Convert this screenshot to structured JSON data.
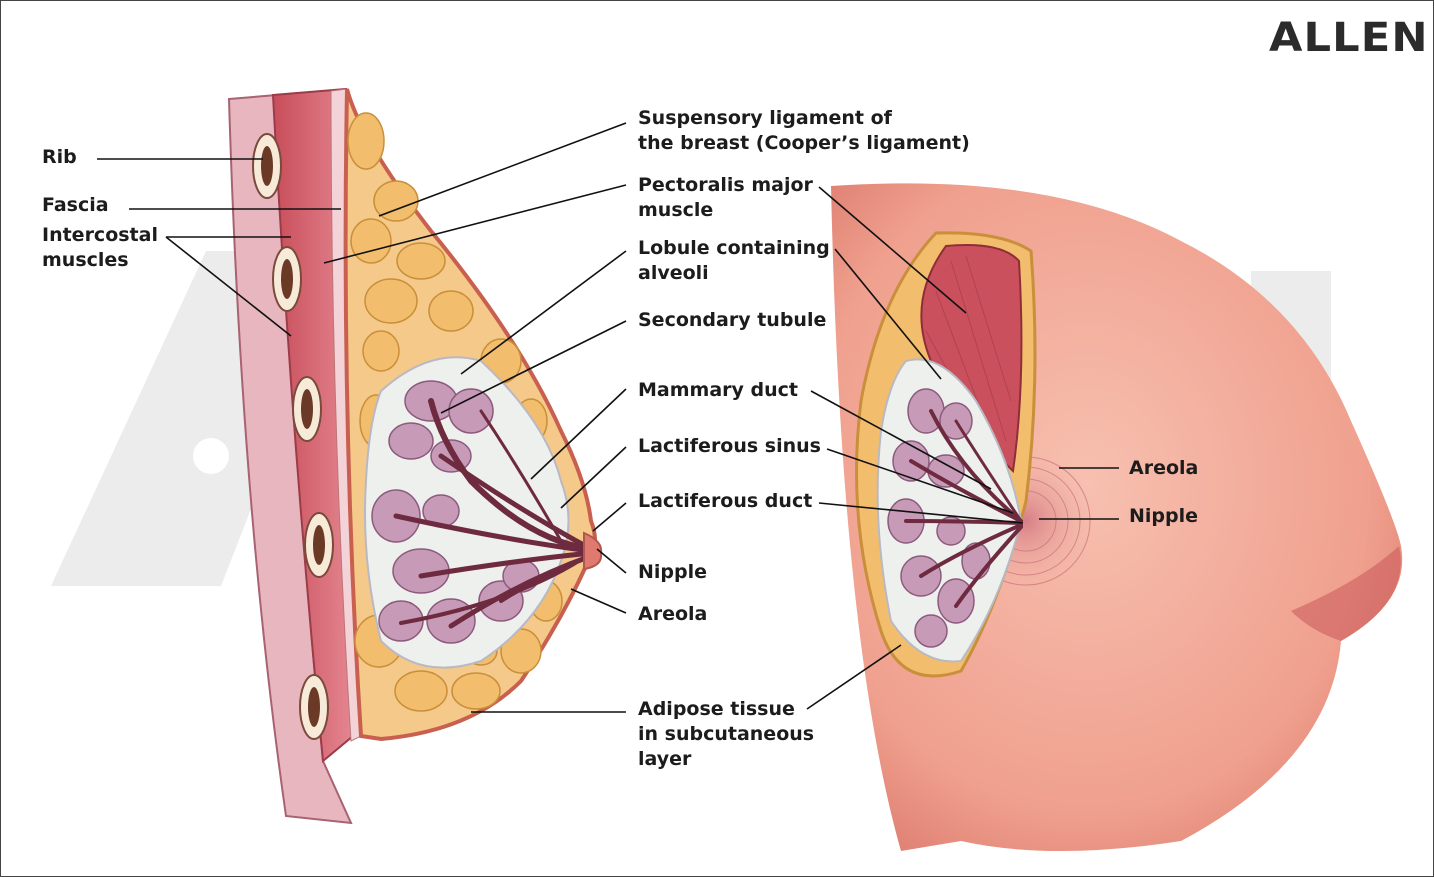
{
  "brand": {
    "logo_text": "ALLEN"
  },
  "colors": {
    "adipose": "#f2bd6c",
    "adipose_outline": "#c98f3a",
    "muscle": "#d9606a",
    "fascia": "#e6a9b2",
    "skin": "#f0a08e",
    "lobule": "#c79bb8",
    "duct": "#6e2a3e",
    "watermark": "#e8e8e8"
  },
  "labels": {
    "rib": "Rib",
    "fascia": "Fascia",
    "intercostal": [
      "Intercostal",
      "muscles"
    ],
    "suspensory": [
      "Suspensory ligament of",
      "the breast (Cooper’s ligament)"
    ],
    "pectoralis": [
      "Pectoralis major",
      "muscle"
    ],
    "lobule": [
      "Lobule containing",
      "alveoli"
    ],
    "secondary_tubule": "Secondary tubule",
    "mammary_duct": "Mammary duct",
    "lactiferous_sinus": "Lactiferous sinus",
    "lactiferous_duct": "Lactiferous duct",
    "nipple_left": "Nipple",
    "areola_left": "Areola",
    "adipose": [
      "Adipose tissue",
      "in subcutaneous",
      "layer"
    ],
    "areola_right": "Areola",
    "nipple_right": "Nipple"
  }
}
